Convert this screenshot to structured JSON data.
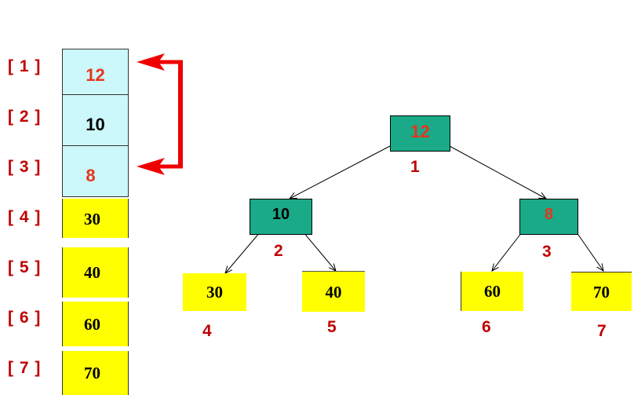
{
  "array": {
    "indices": [
      "[ 1 ]",
      "[ 2 ]",
      "[ 3 ]",
      "[ 4 ]",
      "[ 5 ]",
      "[ 6 ]",
      "[ 7 ]"
    ],
    "values": [
      "12",
      "10",
      "8",
      "30",
      "40",
      "60",
      "70"
    ]
  },
  "tree": {
    "root": {
      "value": "12",
      "position": "1"
    },
    "left": {
      "value": "10",
      "position": "2"
    },
    "right": {
      "value": "8",
      "position": "3"
    },
    "leaves": [
      {
        "value": "30",
        "position": "4"
      },
      {
        "value": "40",
        "position": "5"
      },
      {
        "value": "60",
        "position": "6"
      },
      {
        "value": "70",
        "position": "7"
      }
    ]
  },
  "colors": {
    "highlight": "#e8341c",
    "index_label": "#c00000",
    "node_fill": "#1aaa88",
    "leaf_fill": "#ffff00",
    "cell_fill": "#ccf7fb",
    "swap_arrow": "#ee0000"
  }
}
